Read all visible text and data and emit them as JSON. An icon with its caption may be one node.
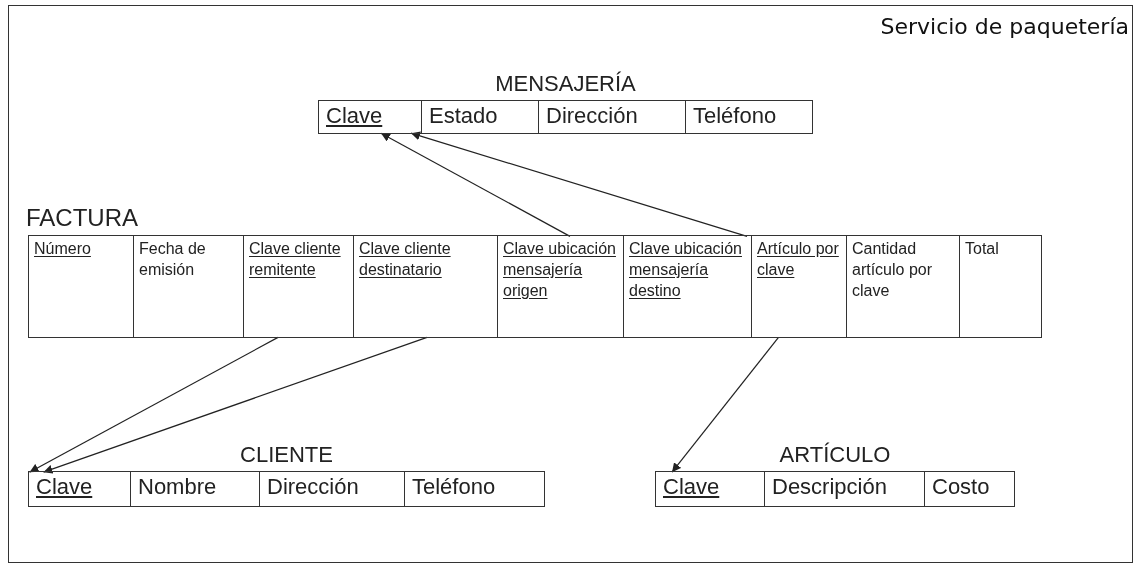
{
  "diagram": {
    "title": "Servicio de paquetería",
    "nodes": [
      {
        "text": [
          "MENSAJERÍA"
        ]
      },
      {
        "text": [
          "Clave"
        ],
        "in": 0
      },
      {
        "text": [
          "Estado"
        ],
        "in": 0
      },
      {
        "text": [
          "Dirección"
        ],
        "in": 0
      },
      {
        "text": [
          "Teléfono"
        ],
        "in": 0
      },
      {
        "text": [
          "FACTURA"
        ]
      },
      {
        "text": [
          "Número"
        ],
        "in": 5
      },
      {
        "text": [
          "Fecha de emisión"
        ],
        "in": 5
      },
      {
        "text": [
          "Clave cliente remitente"
        ],
        "in": 5
      },
      {
        "text": [
          "Clave cliente destinatario"
        ],
        "in": 5
      },
      {
        "text": [
          "Clave ubicación mensajería origen"
        ],
        "in": 5
      },
      {
        "text": [
          "Clave ubicación mensajería destino"
        ],
        "in": 5
      },
      {
        "text": [
          "Artículo por clave"
        ],
        "in": 5
      },
      {
        "text": [
          "Cantidad artículo por clave"
        ],
        "in": 5
      },
      {
        "text": [
          "Total"
        ],
        "in": 5
      },
      {
        "text": [
          "CLIENTE"
        ]
      },
      {
        "text": [
          "Clave"
        ],
        "in": 15
      },
      {
        "text": [
          "Nombre"
        ],
        "in": 15
      },
      {
        "text": [
          "Dirección"
        ],
        "in": 15
      },
      {
        "text": [
          "Teléfono"
        ],
        "in": 15
      },
      {
        "text": [
          "ARTÍCULO"
        ]
      },
      {
        "text": [
          "Clave"
        ],
        "in": 20
      },
      {
        "text": [
          "Descripción"
        ],
        "in": 20
      },
      {
        "text": [
          "Costo"
        ],
        "in": 20
      }
    ],
    "edges": [
      {
        "from": 10,
        "to": 1,
        "arrow": "to"
      },
      {
        "from": 11,
        "to": 1,
        "arrow": "to"
      },
      {
        "from": 8,
        "to": 16,
        "arrow": "to"
      },
      {
        "from": 9,
        "to": 16,
        "arrow": "to"
      },
      {
        "from": 12,
        "to": 21,
        "arrow": "to"
      }
    ]
  }
}
